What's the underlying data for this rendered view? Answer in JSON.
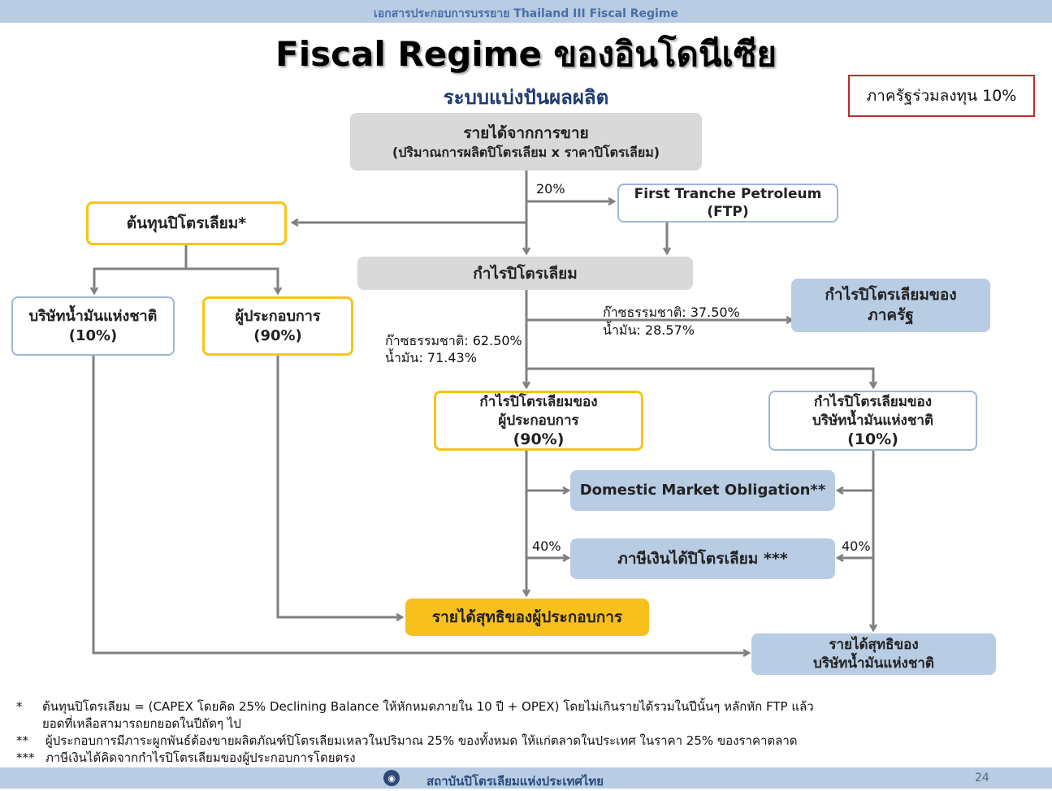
{
  "header": {
    "text": "เอกสารประกอบการบรรยาย Thailand III Fiscal Regime"
  },
  "title": "Fiscal Regime ของอินโดนีเซีย",
  "subtitle": "ระบบแบ่งปันผลผลิต",
  "state_participation": "ภาครัฐร่วมลงทุน 10%",
  "boxes": {
    "sales_revenue": {
      "line1": "รายได้จากการขาย",
      "line2": "(ปริมาณการผลิตปิโตรเลียม x ราคาปิโตรเลียม)"
    },
    "ftp": {
      "line1": "First Tranche Petroleum",
      "line2": "(FTP)"
    },
    "petroleum_cost": {
      "line1": "ต้นทุนปิโตรเลียม*"
    },
    "petroleum_profit": {
      "line1": "กำไรปิโตรเลียม"
    },
    "national_oil_co": {
      "line1": "บริษัทน้ำมันแห่งชาติ",
      "line2": "(10%)"
    },
    "operator": {
      "line1": "ผู้ประกอบการ",
      "line2": "(90%)"
    },
    "state_profit": {
      "line1": "กำไรปิโตรเลียมของ",
      "line2": "ภาครัฐ"
    },
    "operator_profit": {
      "line1": "กำไรปิโตรเลียมของ",
      "line2": "ผู้ประกอบการ",
      "line3": "(90%)"
    },
    "noc_profit": {
      "line1": "กำไรปิโตรเลียมของ",
      "line2": "บริษัทน้ำมันแห่งชาติ",
      "line3": "(10%)"
    },
    "dmo": {
      "line1": "Domestic Market Obligation**"
    },
    "income_tax": {
      "line1": "ภาษีเงินได้ปิโตรเลียม ***"
    },
    "operator_net": {
      "line1": "รายได้สุทธิของผู้ประกอบการ"
    },
    "noc_net": {
      "line1": "รายได้สุทธิของ",
      "line2": "บริษัทน้ำมันแห่งชาติ"
    }
  },
  "labels": {
    "ftp_pct": "20%",
    "state_gas": "ก๊าซธรรมชาติ: 37.50%",
    "state_oil": "น้ำมัน: 28.57%",
    "contractor_gas": "ก๊าซธรรมชาติ: 62.50%",
    "contractor_oil": "น้ำมัน: 71.43%",
    "tax_left_pct": "40%",
    "tax_right_pct": "40%"
  },
  "footnotes": {
    "note1_mark": "*",
    "note1_line1": "ต้นทุนปิโตรเลียม = (CAPEX โดยคิด 25% Declining Balance ให้หักหมดภายใน 10 ปี + OPEX) โดยไม่เกินรายได้รวมในปีนั้นๆ หลักหัก FTP แล้ว",
    "note1_line2": "ยอดที่เหลือสามารถยกยอดในปีถัดๆ ไป",
    "note2_mark": "**",
    "note2": "ผู้ประกอบการมีภาระผูกพันธ์ต้องขายผลิตภัณฑ์ปิโตรเลียมเหลวในปริมาณ 25% ของทั้งหมด ให้แก่ตลาดในประเทศ ในราคา 25% ของราคาตลาด",
    "note3_mark": "***",
    "note3": "ภาษีเงินได้คิดจากกำไรปิโตรเลียมของผู้ประกอบการโดยตรง"
  },
  "footer": {
    "institute": "สถาบันปิโตรเลียมแห่งประเทศไทย",
    "page": "24"
  }
}
